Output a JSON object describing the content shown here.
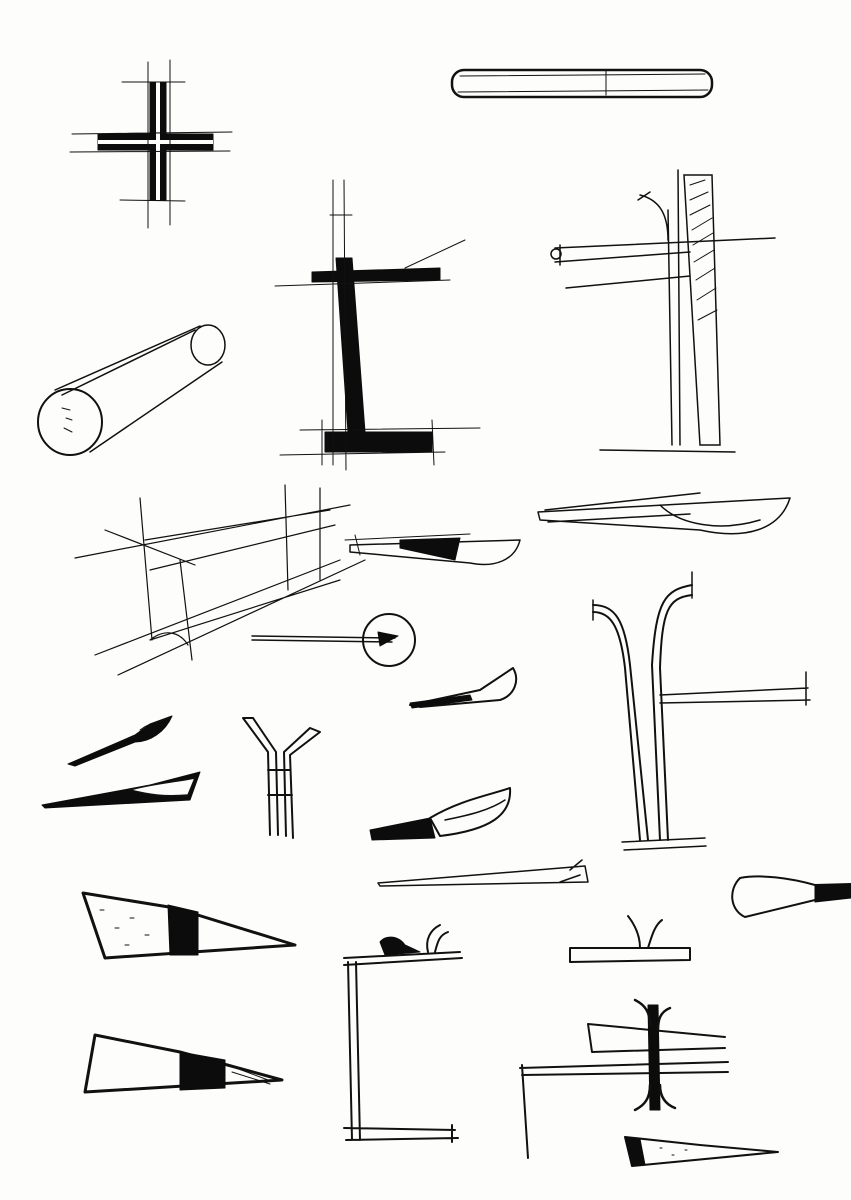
{
  "sheet": {
    "paper_color": "#fdfdfc",
    "ink_color": "#111111",
    "sketches": [
      "cross-junction",
      "rounded-bar",
      "t-post",
      "tapered-pole-with-arm",
      "cylinder-perspective",
      "frame-perspective",
      "luminaire-head-1",
      "luminaire-head-2",
      "circle-head-on-arm",
      "small-head",
      "leaf-head",
      "wedge-head",
      "y-fork",
      "curved-head",
      "y-pole-with-arm",
      "long-arm",
      "bulb-head",
      "dotted-wedge",
      "l-post-with-bird",
      "small-y-bracket",
      "dark-band-wedge",
      "double-bracket-post",
      "small-spike-wedge"
    ]
  }
}
